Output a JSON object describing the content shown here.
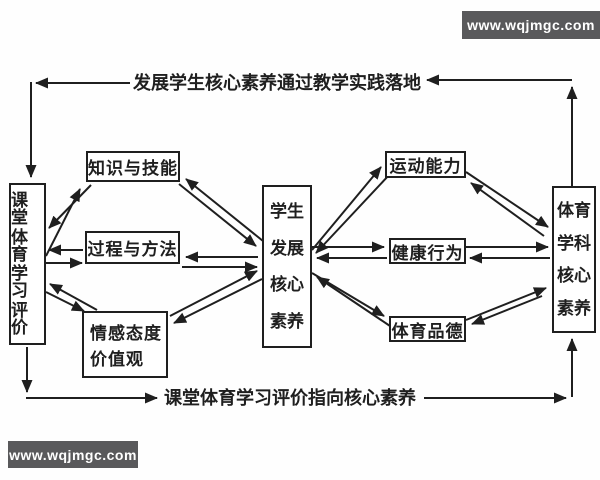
{
  "diagram_title_implicit": "课堂体育学习评价与核心素养关系图",
  "colors": {
    "line": "#1f1f1f",
    "box_border": "#1f1f1f",
    "box_fill": "#ffffff",
    "text": "#1f1f1f",
    "watermark_bg": "#59595b",
    "watermark_text": "#ffffff",
    "page_bg": "#fefefe"
  },
  "watermark_top": {
    "text": "www.wqjmgc.com"
  },
  "watermark_bottom": {
    "text": "www.wqjmgc.com"
  },
  "labels": {
    "top_loop": "发展学生核心素养通过教学实践落地",
    "bottom_loop": "课堂体育学习评价指向核心素养"
  },
  "nodes": {
    "classroom_evaluation": {
      "lines": [
        "课堂",
        "体育",
        "学习",
        "评价"
      ]
    },
    "knowledge_skills": {
      "label": "知识与技能"
    },
    "process_methods": {
      "label": "过程与方法"
    },
    "affect_values": {
      "lines": [
        "情感态度",
        "价值观"
      ]
    },
    "student_core": {
      "lines": [
        "学生",
        "发展",
        "核心",
        "素养"
      ]
    },
    "motor_ability": {
      "label": "运动能力"
    },
    "healthy_behavior": {
      "label": "健康行为"
    },
    "sports_morality": {
      "label": "体育品德"
    },
    "pe_subject_core": {
      "lines": [
        "体育",
        "学科",
        "核心",
        "素养"
      ]
    }
  },
  "edges": [
    {
      "from": "课堂体育学习评价",
      "to": "知识与技能",
      "type": "bidirectional"
    },
    {
      "from": "课堂体育学习评价",
      "to": "过程与方法",
      "type": "bidirectional"
    },
    {
      "from": "课堂体育学习评价",
      "to": "情感态度价值观",
      "type": "bidirectional"
    },
    {
      "from": "知识与技能",
      "to": "学生发展核心素养",
      "type": "bidirectional"
    },
    {
      "from": "过程与方法",
      "to": "学生发展核心素养",
      "type": "bidirectional"
    },
    {
      "from": "情感态度价值观",
      "to": "学生发展核心素养",
      "type": "bidirectional"
    },
    {
      "from": "学生发展核心素养",
      "to": "运动能力",
      "type": "bidirectional"
    },
    {
      "from": "学生发展核心素养",
      "to": "健康行为",
      "type": "bidirectional"
    },
    {
      "from": "学生发展核心素养",
      "to": "体育品德",
      "type": "bidirectional"
    },
    {
      "from": "运动能力",
      "to": "体育学科核心素养",
      "type": "bidirectional"
    },
    {
      "from": "健康行为",
      "to": "体育学科核心素养",
      "type": "bidirectional"
    },
    {
      "from": "体育品德",
      "to": "体育学科核心素养",
      "type": "bidirectional"
    },
    {
      "from": "体育学科核心素养",
      "to": "课堂体育学习评价",
      "via_label": "发展学生核心素养通过教学实践落地",
      "type": "feedback-top"
    },
    {
      "from": "课堂体育学习评价",
      "to": "体育学科核心素养",
      "via_label": "课堂体育学习评价指向核心素养",
      "type": "feedback-bottom"
    }
  ]
}
